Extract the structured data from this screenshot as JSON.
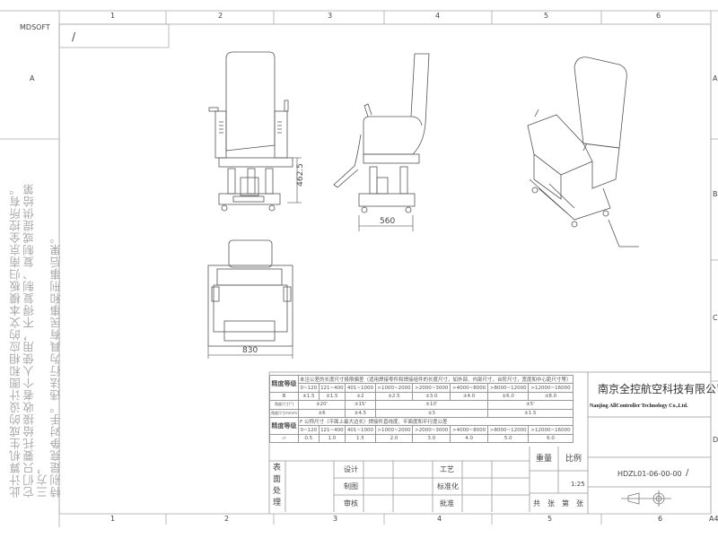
{
  "frame": {
    "corner_mark": "MDSOFT",
    "title_box": "/",
    "column_numbers": [
      "1",
      "2",
      "3",
      "4",
      "5",
      "6"
    ],
    "row_letters": [
      "A",
      "B",
      "C",
      "D"
    ],
    "sheet_size": "A4",
    "copyright_notice": [
      "此计算机生成的设计图和相应的文本模板归南京全控所有。",
      "它们只要托给接收者个人使用，不得复制、复制或提供给第三方，",
      "特别是竞争对手。违法行为具有民事和刑事后果。"
    ]
  },
  "views": {
    "front": {
      "dimension_height": "462.5"
    },
    "side": {
      "dimension_width": "560"
    },
    "top": {
      "dimension_width": "830"
    }
  },
  "tolerance_table": {
    "grade_label": "精度等级",
    "linear_header": "未注公差的长度尺寸极限偏差（适用焊接零件和焊接组件的长度尺寸，如外部、内部尺寸，台阶尺寸，宽度和中心距尺寸等）",
    "ranges": [
      "0~120",
      "121~400",
      "401~1000",
      ">1000~2000",
      ">2000~3000",
      ">4000~8000",
      ">8000~12000",
      ">12000~16000"
    ],
    "grade_b": "B",
    "b_values": [
      "±1.5",
      "±1.5",
      "±2",
      "±2.5",
      "±3.0",
      "±4.0",
      "±6.0",
      "±8.0"
    ],
    "angle_label_1": "角度尺寸(°)",
    "angle_values_1": [
      "±20'",
      "±15'",
      "±10'",
      "±5'"
    ],
    "angle_label_2": "角度尺寸mm/m",
    "angle_values_2": [
      "±6",
      "±4.5",
      "±3",
      "±1.5"
    ],
    "f_header": "F  公称尺寸（平面上最大边长）焊接件直线度、平面度和平行度公差",
    "ranges_f": [
      "0~120",
      "121~400",
      "401~1000",
      ">1000~2000",
      ">2000~3000",
      ">4000~8000",
      ">8000~12000",
      ">12000~16000"
    ],
    "flatness_symbol": "▱",
    "f_values": [
      "0.5",
      "1.0",
      "1.5",
      "2.0",
      "3.0",
      "4.0",
      "5.0",
      "6.0"
    ]
  },
  "title_block": {
    "company_cn": "南京全控航空科技有限公司",
    "company_en": "Nanjing AllController Technology Co.,Ltd.",
    "surface_treatment": "表面处理",
    "design": "设计",
    "drafting": "制图",
    "review": "审核",
    "process": "工艺",
    "standardization": "标准化",
    "approval": "批准",
    "weight": "重量",
    "scale_label": "比例",
    "scale": "1:25",
    "sheets": "共　张　第　张",
    "drawing_number": "HDZL01-06-00-00",
    "revision": "/"
  }
}
